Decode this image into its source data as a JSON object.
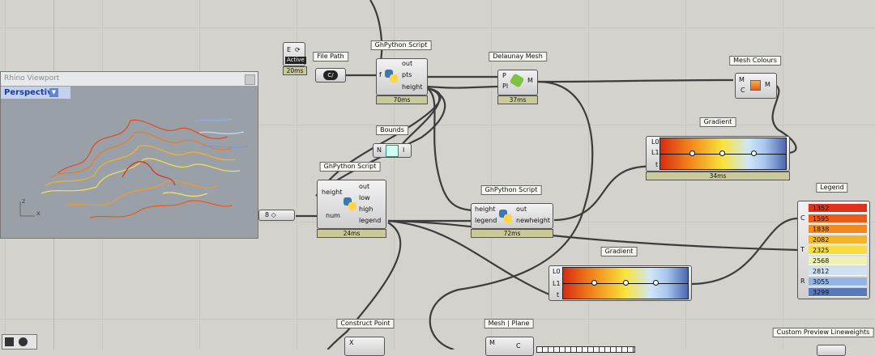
{
  "viewport": {
    "window_title": "Rhino Viewport",
    "view_name": "Perspective",
    "axis_x": "x",
    "axis_z": "z"
  },
  "components": {
    "toggle": {
      "label": "E",
      "state": "Active",
      "timer": "20ms"
    },
    "file_path": {
      "title": "File Path",
      "icon_text": "C/"
    },
    "ghpython_top": {
      "title": "GhPython Script",
      "input": "f",
      "outputs": [
        "out",
        "pts",
        "height"
      ],
      "timer": "70ms"
    },
    "delaunay": {
      "title": "Delaunay Mesh",
      "inputs": [
        "P",
        "Pl"
      ],
      "output": "M",
      "timer": "37ms"
    },
    "mesh_colours": {
      "title": "Mesh Colours",
      "inputs": [
        "M",
        "C"
      ],
      "output": "M"
    },
    "bounds": {
      "title": "Bounds",
      "input": "N",
      "output": "I"
    },
    "gradient_top": {
      "title": "Gradient",
      "inputs": [
        "L0",
        "L1",
        "t"
      ],
      "timer": "34ms"
    },
    "ghpython_mid": {
      "title": "GhPython Script",
      "inputs": [
        "height",
        "num"
      ],
      "outputs": [
        "out",
        "low",
        "high",
        "legend"
      ],
      "timer": "24ms"
    },
    "slider": {
      "value": "8 ◇"
    },
    "ghpython_right": {
      "title": "GhPython Script",
      "inputs": [
        "height",
        "legend"
      ],
      "outputs": [
        "out",
        "newheight"
      ],
      "timer": "72ms"
    },
    "gradient_bottom": {
      "title": "Gradient",
      "inputs": [
        "L0",
        "L1",
        "t"
      ]
    },
    "legend": {
      "title": "Legend",
      "inputs": [
        "C",
        "T",
        "R"
      ],
      "rows": [
        {
          "value": "1352",
          "color": "#e0321a"
        },
        {
          "value": "1595",
          "color": "#ee5a16"
        },
        {
          "value": "1838",
          "color": "#f08a1e"
        },
        {
          "value": "2082",
          "color": "#f5b528"
        },
        {
          "value": "2325",
          "color": "#f7de3e"
        },
        {
          "value": "2568",
          "color": "#eef2b6"
        },
        {
          "value": "2812",
          "color": "#cfe2f4"
        },
        {
          "value": "3055",
          "color": "#92b4e4"
        },
        {
          "value": "3299",
          "color": "#5a78bc"
        }
      ]
    },
    "construct_point": {
      "title": "Construct Point",
      "input": "X"
    },
    "mesh_plane": {
      "title": "Mesh | Plane",
      "input": "M",
      "output": "C"
    },
    "custom_preview": {
      "title": "Custom Preview Lineweights"
    }
  },
  "colors": {
    "canvas": "#d4d2cc",
    "timer": "#c9c99a",
    "wire": "#3a3a3a"
  }
}
